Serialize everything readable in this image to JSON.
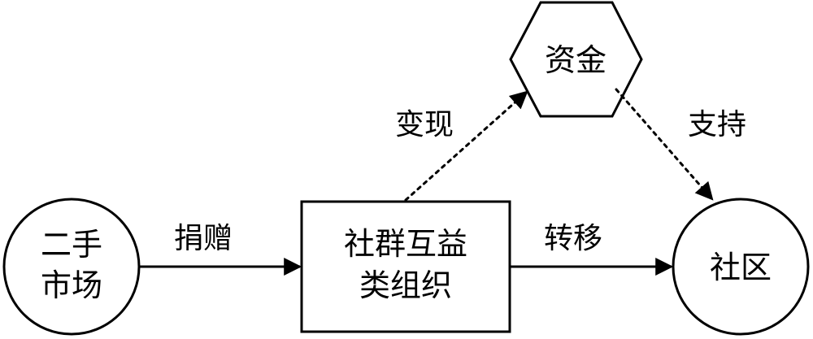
{
  "nodes": {
    "secondhand_market": {
      "lines": [
        "二手",
        "市场"
      ]
    },
    "community_org": {
      "lines": [
        "社群互益",
        "类组织"
      ]
    },
    "funds": {
      "label": "资金"
    },
    "community": {
      "label": "社区"
    }
  },
  "edges": {
    "donate": {
      "label": "捐赠"
    },
    "transfer": {
      "label": "转移"
    },
    "monetize": {
      "label": "变现"
    },
    "support": {
      "label": "支持"
    }
  },
  "colors": {
    "stroke": "#000000",
    "background": "#ffffff"
  }
}
